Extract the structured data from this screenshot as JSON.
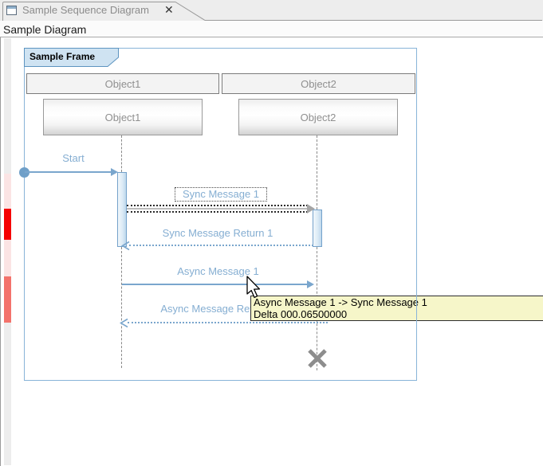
{
  "editor_tab": {
    "title": "Sample Sequence Diagram",
    "close_glyph": "✕"
  },
  "breadcrumb": {
    "title": "Sample Diagram"
  },
  "diagram": {
    "frame_label": "Sample Frame",
    "lifelines": [
      {
        "header": "Object1",
        "name": "Object1"
      },
      {
        "header": "Object2",
        "name": "Object2"
      }
    ],
    "messages": [
      {
        "label": "Start",
        "type": "sync_call",
        "from": "frame",
        "to": "Object1"
      },
      {
        "label": "Sync Message 1",
        "type": "sync_call",
        "from": "Object1",
        "to": "Object2",
        "selected": true
      },
      {
        "label": "Sync Message Return 1",
        "type": "return",
        "from": "Object2",
        "to": "Object1"
      },
      {
        "label": "Async Message 1",
        "type": "async_call",
        "from": "Object1",
        "to": "Object2"
      },
      {
        "label": "Async Message Return 1",
        "type": "return",
        "from": "Object2",
        "to": "Object1"
      }
    ],
    "stop_symbol_on": "Object2"
  },
  "tooltip": {
    "line1": "Async Message 1 -> Sync Message 1",
    "line2": "Delta 000.06500000"
  },
  "time_compression_bar": {
    "segments": [
      {
        "color": "#fbe4e4"
      },
      {
        "color": "#f50000"
      },
      {
        "color": "#fbe4e4"
      },
      {
        "color": "#f3726b"
      }
    ]
  },
  "colors": {
    "message_blue": "#7aa6cd",
    "label_blue": "#85aed2",
    "frame_border": "#88b4d8",
    "frame_label_bg": "#cfe3f2",
    "activation_fill": "#dcebf6",
    "selected_line_gray": "#bcbcbc",
    "tooltip_bg": "#f6f6c9",
    "marker_red": "#f50000",
    "marker_pink": "#fbe4e4",
    "marker_salmon": "#f3726b"
  }
}
